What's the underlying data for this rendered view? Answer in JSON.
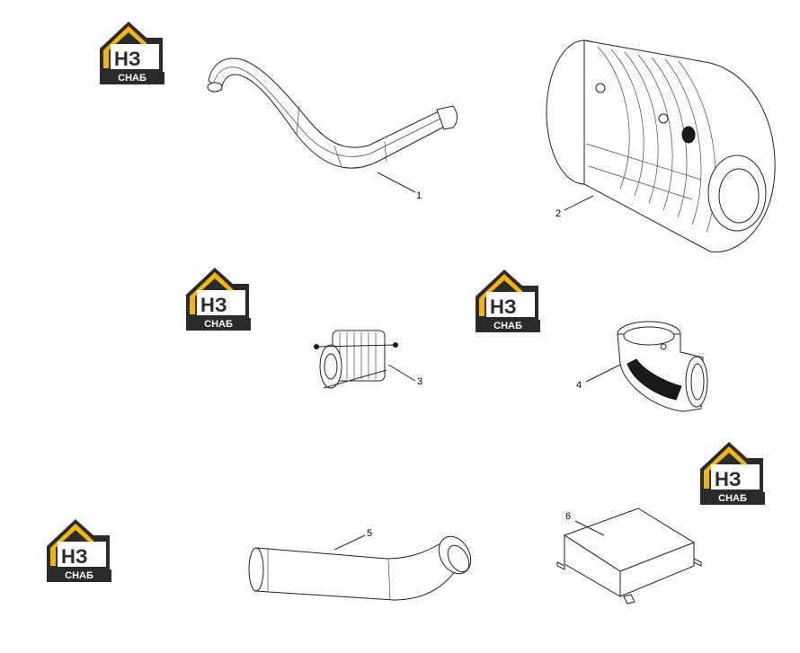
{
  "logo": {
    "letters": "НЗ",
    "word": "СНАБ",
    "colors": {
      "accent": "#f2b705",
      "dark": "#2b2b2b",
      "text": "#ffffff"
    }
  },
  "parts": [
    {
      "label": "1",
      "name": "intake-pipe"
    },
    {
      "label": "2",
      "name": "air-filter-housing"
    },
    {
      "label": "3",
      "name": "hose-coupling"
    },
    {
      "label": "4",
      "name": "intake-elbow"
    },
    {
      "label": "5",
      "name": "elbow-hose"
    },
    {
      "label": "6",
      "name": "control-box"
    }
  ]
}
